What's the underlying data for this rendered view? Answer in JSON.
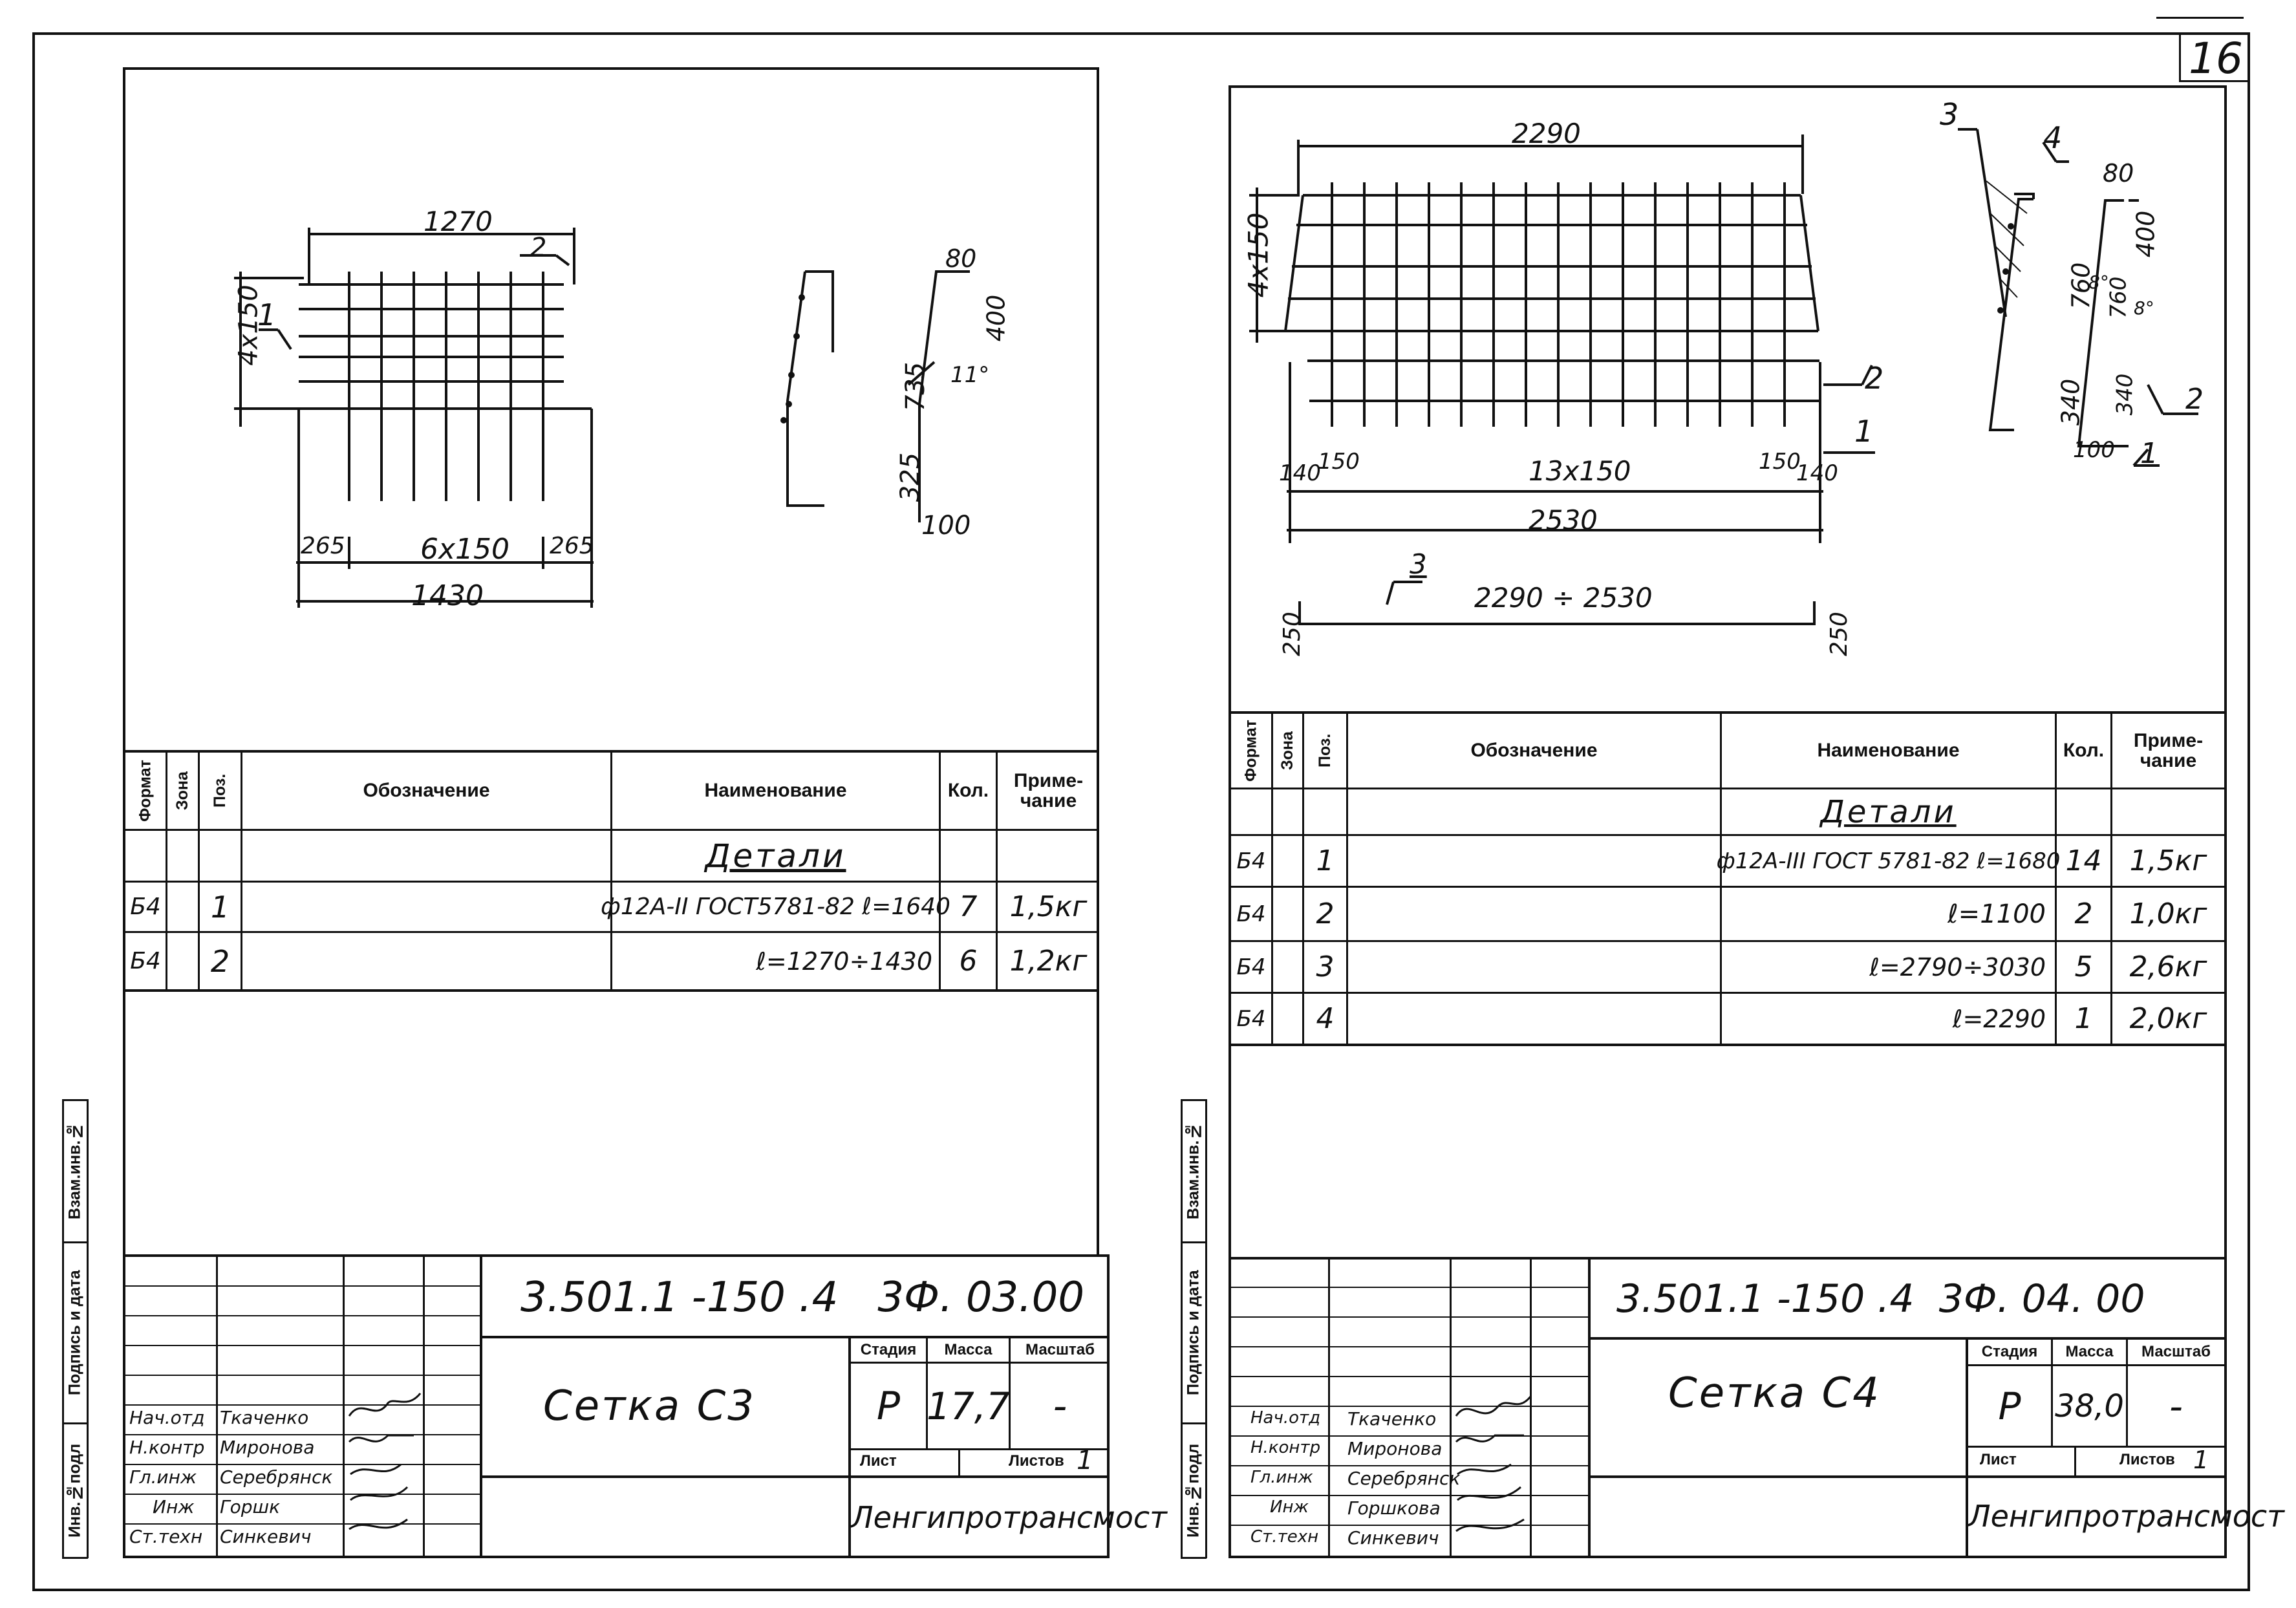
{
  "page_number": "16",
  "side_strip": {
    "left": [
      "Инв.№подл",
      "Подпись и дата",
      "Взам.инв.№"
    ],
    "right": [
      "Инв.№подл",
      "Подпись и дата",
      "Взам.инв.№"
    ]
  },
  "spec_headers": {
    "format": "Формат",
    "zone": "Зона",
    "pos": "Поз.",
    "designation": "Обозначение",
    "name": "Наименование",
    "qty": "Кол.",
    "note": "Приме-\nчание"
  },
  "left_sheet": {
    "drawing": {
      "dim_top": "1270",
      "dim_left": "4x150",
      "label_2": "2",
      "label_1": "1",
      "dim_265a": "265",
      "dim_6x150": "6x150",
      "dim_265b": "265",
      "dim_1430": "1430",
      "bend_80": "80",
      "bend_400": "400",
      "bend_735": "735",
      "bend_11": "11°",
      "bend_325": "325",
      "bend_100": "100"
    },
    "section_title": "Детали",
    "rows": [
      {
        "format": "Б4",
        "pos": "1",
        "name": "ф12А-II ГОСТ5781-82 ℓ=1640",
        "qty": "7",
        "note": "1,5кг"
      },
      {
        "format": "Б4",
        "pos": "2",
        "name": "ℓ=1270÷1430",
        "qty": "6",
        "note": "1,2кг"
      }
    ],
    "title_block": {
      "doc_code": "3.501.1 -150 .4   3Ф. 03.00",
      "title": "Сетка С3",
      "stage_label": "Стадия",
      "mass_label": "Масса",
      "scale_label": "Масштаб",
      "stage": "Р",
      "mass": "17,7",
      "scale": "-",
      "sheet_label": "Лист",
      "sheets_label": "Листов",
      "sheets": "1",
      "org": "Ленгипротрансмост",
      "people": [
        {
          "role": "Нач.отд",
          "name": "Ткаченко"
        },
        {
          "role": "Н.контр",
          "name": "Миронова"
        },
        {
          "role": "Гл.инж",
          "name": "Серебрянск"
        },
        {
          "role": "Инж",
          "name": "Горшк"
        },
        {
          "role": "Ст.техн",
          "name": "Синкевич"
        }
      ]
    }
  },
  "right_sheet": {
    "drawing": {
      "dim_top": "2290",
      "dim_left": "4x150",
      "label_3": "3",
      "label_4": "4",
      "label_2": "2",
      "label_1": "1",
      "dim_140a": "140",
      "dim_150a": "150",
      "dim_13x150": "13x150",
      "dim_150b": "150",
      "dim_140b": "140",
      "dim_2530": "2530",
      "bar3_label": "3",
      "bar3_dim": "2290 ÷ 2530",
      "bar3_left": "250",
      "bar3_right": "250",
      "bend_80": "80",
      "bend_400": "400",
      "bend_760a": "760",
      "bend_760b": "760",
      "bend_8a": "8°",
      "bend_8b": "8°",
      "bend_340a": "340",
      "bend_340b": "340",
      "bend_100": "100",
      "bend_2": "2",
      "bend_1": "1"
    },
    "section_title": "Детали",
    "rows": [
      {
        "format": "Б4",
        "pos": "1",
        "name": "ф12А-III ГОСТ 5781-82 ℓ=1680",
        "qty": "14",
        "note": "1,5кг"
      },
      {
        "format": "Б4",
        "pos": "2",
        "name": "ℓ=1100",
        "qty": "2",
        "note": "1,0кг"
      },
      {
        "format": "Б4",
        "pos": "3",
        "name": "ℓ=2790÷3030",
        "qty": "5",
        "note": "2,6кг"
      },
      {
        "format": "Б4",
        "pos": "4",
        "name": "ℓ=2290",
        "qty": "1",
        "note": "2,0кг"
      }
    ],
    "title_block": {
      "doc_code": "3.501.1 -150 .4  3Ф. 04. 00",
      "title": "Сетка С4",
      "stage_label": "Стадия",
      "mass_label": "Масса",
      "scale_label": "Масштаб",
      "stage": "Р",
      "mass": "38,0",
      "scale": "-",
      "sheet_label": "Лист",
      "sheets_label": "Листов",
      "sheets": "1",
      "org": "Ленгипротрансмост",
      "people": [
        {
          "role": "Нач.отд",
          "name": "Ткаченко"
        },
        {
          "role": "Н.контр",
          "name": "Миронова"
        },
        {
          "role": "Гл.инж",
          "name": "Серебрянск"
        },
        {
          "role": "Инж",
          "name": "Горшкова"
        },
        {
          "role": "Ст.техн",
          "name": "Синкевич"
        }
      ]
    }
  }
}
